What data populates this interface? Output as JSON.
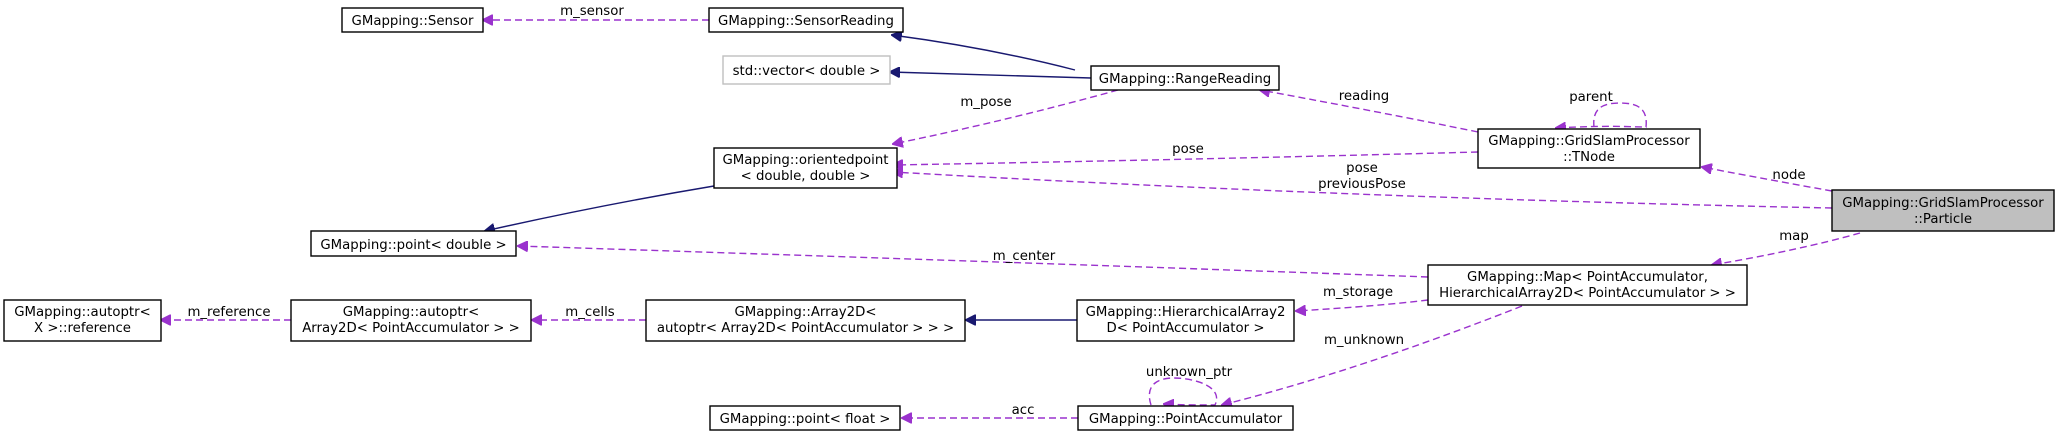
{
  "diagram": {
    "nodes": {
      "sensor": [
        "GMapping::Sensor"
      ],
      "sensor_reading": [
        "GMapping::SensorReading"
      ],
      "std_vector": [
        "std::vector< double >"
      ],
      "range_reading": [
        "GMapping::RangeReading"
      ],
      "tnode": [
        "GMapping::GridSlamProcessor",
        "::TNode"
      ],
      "oriented_point": [
        "GMapping::orientedpoint",
        "< double, double >"
      ],
      "particle": [
        "GMapping::GridSlamProcessor",
        "::Particle"
      ],
      "point_double": [
        "GMapping::point< double >"
      ],
      "map": [
        "GMapping::Map< PointAccumulator,",
        "HierarchicalArray2D< PointAccumulator > >"
      ],
      "autoptr_ref": [
        "GMapping::autoptr<",
        "X >::reference"
      ],
      "autoptr_array": [
        "GMapping::autoptr<",
        "Array2D< PointAccumulator > >"
      ],
      "array2d": [
        "GMapping::Array2D<",
        "autoptr< Array2D< PointAccumulator > > >"
      ],
      "hier_array": [
        "GMapping::HierarchicalArray2",
        "D< PointAccumulator >"
      ],
      "point_float": [
        "GMapping::point< float >"
      ],
      "point_acc": [
        "GMapping::PointAccumulator"
      ]
    },
    "edge_labels": {
      "m_sensor": "m_sensor",
      "m_pose": "m_pose",
      "reading": "reading",
      "parent": "parent",
      "pose": "pose",
      "pose_previous": [
        "pose",
        "previousPose"
      ],
      "node": "node",
      "map": "map",
      "m_center": "m_center",
      "m_storage": "m_storage",
      "m_reference": "m_reference",
      "m_cells": "m_cells",
      "m_unknown": "m_unknown",
      "unknown_ptr": "unknown_ptr",
      "acc": "acc"
    },
    "colors": {
      "inheritance": "#191970",
      "usage": "#9a32cd",
      "selected_fill": "#bfbfbf",
      "undocumented_border": "#bfbfbf"
    }
  }
}
